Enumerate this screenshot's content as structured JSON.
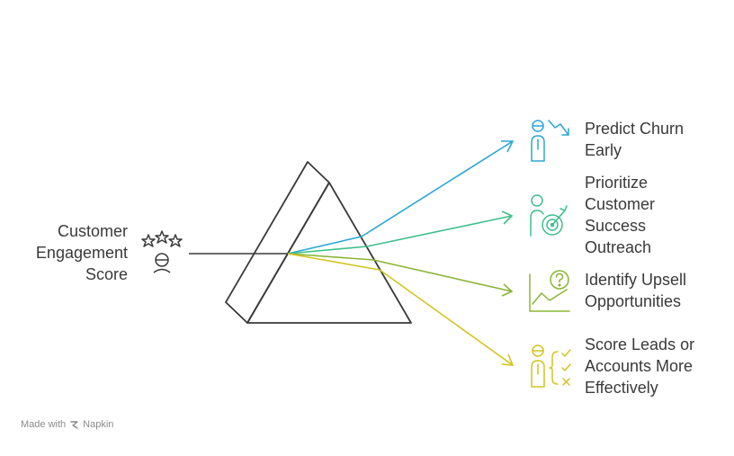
{
  "input": {
    "label_lines": [
      "Customer",
      "Engagement",
      "Score"
    ],
    "icon": "customer-rating-icon"
  },
  "outputs": [
    {
      "label_lines": [
        "Predict Churn",
        "Early"
      ],
      "color": "#2aa7d6",
      "icon": "churn-decline-icon"
    },
    {
      "label_lines": [
        "Prioritize",
        "Customer",
        "Success",
        "Outreach"
      ],
      "color": "#3cc08a",
      "icon": "target-person-icon"
    },
    {
      "label_lines": [
        "Identify Upsell",
        "Opportunities"
      ],
      "color": "#8ab534",
      "icon": "growth-question-icon"
    },
    {
      "label_lines": [
        "Score Leads or",
        "Accounts More",
        "Effectively"
      ],
      "color": "#d3c41c",
      "icon": "checklist-person-icon"
    }
  ],
  "colors": {
    "prism": "#3a3a3a",
    "input_line": "#3a3a3a",
    "text": "#3a3a3a"
  },
  "footer": {
    "made_with": "Made with",
    "brand": "Napkin",
    "icon": "napkin-logo-icon"
  }
}
